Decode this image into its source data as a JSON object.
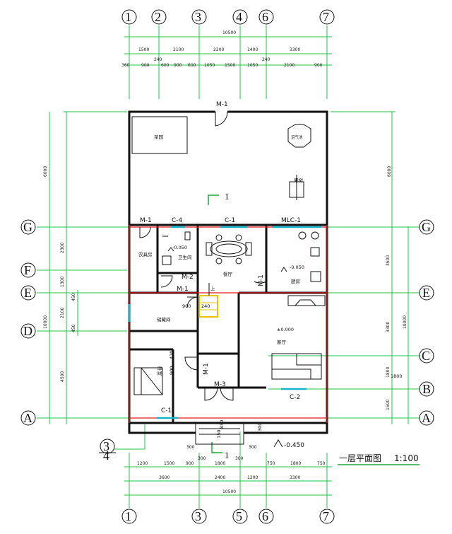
{
  "axes": {
    "top": [
      "1",
      "2",
      "3",
      "4",
      "6",
      "7"
    ],
    "bottom": [
      "1",
      "3",
      "5",
      "6",
      "7"
    ],
    "left": [
      "G",
      "F",
      "E",
      "D",
      "A"
    ],
    "right": [
      "G",
      "E",
      "C",
      "B",
      "A"
    ],
    "extra_left": [
      "3",
      "4"
    ]
  },
  "dims": {
    "top_total": "10500",
    "top_row1": [
      "1500",
      "2100",
      "2200",
      "1400",
      "3300"
    ],
    "top_row2": [
      "360",
      "900",
      "240",
      "600",
      "900",
      "600",
      "1050",
      "1500",
      "1050",
      "240",
      "2100",
      "900"
    ],
    "bottom_row1": [
      "1200",
      "1500",
      "900",
      "300",
      "1800",
      "300",
      "750",
      "1800",
      "750"
    ],
    "bottom_row2": [
      "3600",
      "2400",
      "1200",
      "3300"
    ],
    "bottom_total": "10500",
    "bottom_small": [
      "300",
      "300"
    ],
    "left_upper": "6000",
    "right_upper": "6000",
    "left_total": "10000",
    "left_segments": [
      "2300",
      "1300",
      "450",
      "2100",
      "450",
      "4500"
    ],
    "right_total": "10000",
    "right_segments": [
      "3600",
      "3300",
      "1800",
      "1500"
    ],
    "inner": [
      "900",
      "240",
      "420",
      "900",
      "850",
      "150",
      "300",
      "1",
      "1"
    ],
    "rightC": "1800"
  },
  "doors": {
    "top": "M-1",
    "c4": "C-4",
    "c1_top": "C-1",
    "m1_left": "M-1",
    "mlc1": "MLC-1",
    "m2": "M-2",
    "m1_mid": "M-1",
    "m1_right": "M-1",
    "m1_lower": "M-1",
    "m3": "M-3",
    "c1_bottom": "C-1",
    "c2": "C-2"
  },
  "rooms": {
    "garden_top": "菜园",
    "well": "沼气池",
    "tree": "果树",
    "storage": "农具房",
    "toilet": "卫生间",
    "dining": "餐厅",
    "kitchen": "厨房",
    "stair": "储藏间",
    "living": "客厅",
    "bedroom": "卧室"
  },
  "levels": {
    "toilet": "-0.050",
    "kitchen": "-0.050",
    "living": "±0.000",
    "outside": "-0.450"
  },
  "markers": {
    "section": "1",
    "section_bottom": "1",
    "up": "上",
    "stair_dim": "240"
  },
  "title": {
    "name": "一层平面图",
    "scale": "1:100"
  }
}
